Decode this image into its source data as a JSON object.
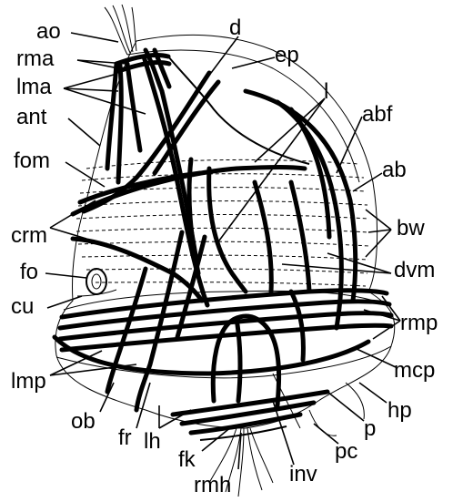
{
  "labels": {
    "ao": "ao",
    "rma": "rma",
    "lma": "lma",
    "ant": "ant",
    "fom": "fom",
    "crm": "crm",
    "fo": "fo",
    "cu": "cu",
    "lmp": "lmp",
    "ob": "ob",
    "fr": "fr",
    "lh": "lh",
    "fk": "fk",
    "rmh": "rmh",
    "inv": "inv",
    "pc": "pc",
    "p": "p",
    "hp": "hp",
    "mcp": "mcp",
    "rmp": "rmp",
    "dvm": "dvm",
    "bw": "bw",
    "ab": "ab",
    "abf": "abf",
    "l": "l",
    "ep": "ep",
    "d": "d"
  }
}
